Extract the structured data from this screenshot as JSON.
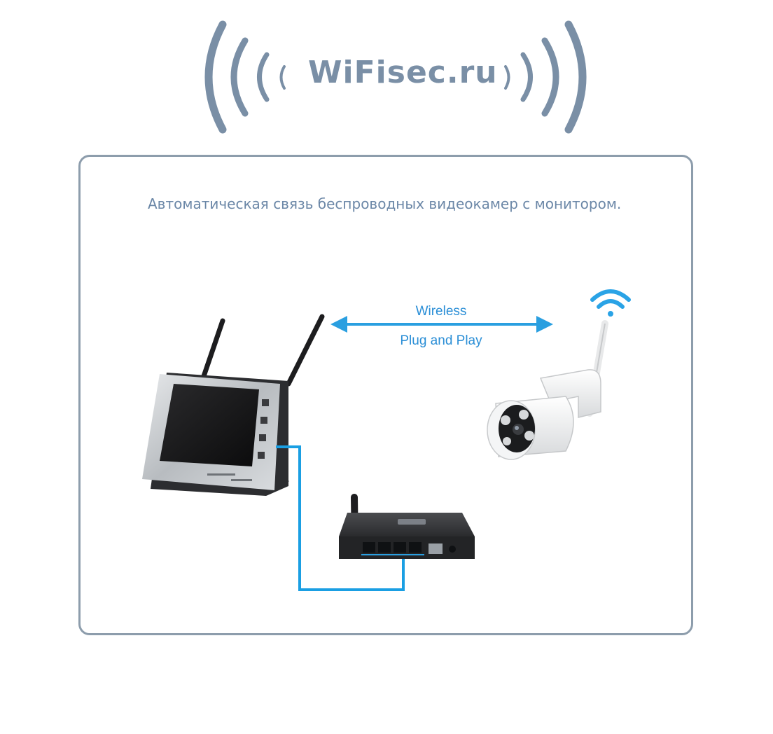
{
  "logo": {
    "text": "WiFisec.ru"
  },
  "caption": "Автоматическая связь беспроводных видеокамер с монитором.",
  "diagram": {
    "link_label_1": "Wireless",
    "link_label_2": "Plug and Play",
    "nodes": [
      {
        "id": "monitor",
        "kind": "nvr-monitor-icon"
      },
      {
        "id": "camera",
        "kind": "wifi-camera-icon"
      },
      {
        "id": "router",
        "kind": "router-icon"
      }
    ],
    "links": [
      {
        "from": "monitor",
        "to": "camera",
        "type": "wireless"
      },
      {
        "from": "monitor",
        "to": "router",
        "type": "cable"
      }
    ]
  },
  "colors": {
    "logo": "#7a8fa6",
    "frame": "#8d9dac",
    "caption": "#6b87a7",
    "accent": "#2a9fe0"
  }
}
